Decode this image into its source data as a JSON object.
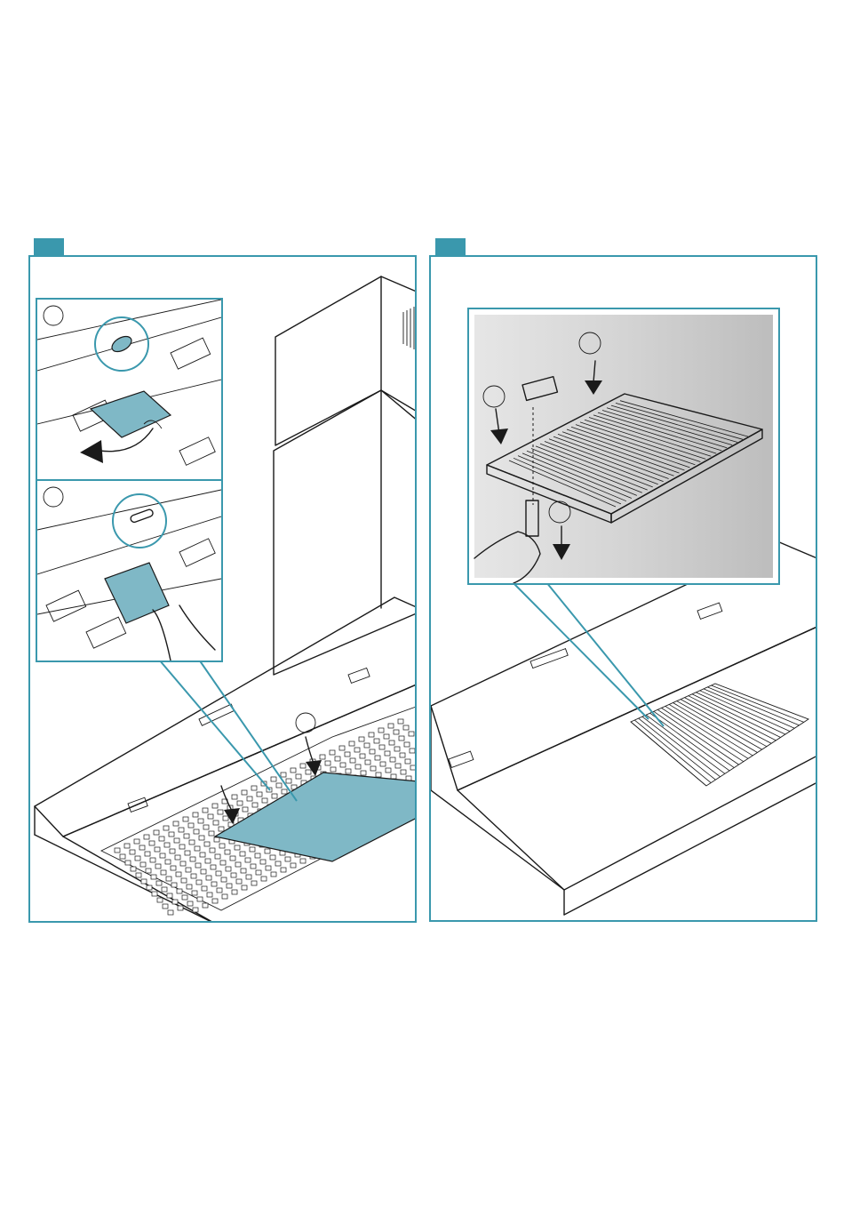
{
  "colors": {
    "accent": "#3a98ad",
    "filter_fill": "#7fb8c6",
    "line": "#1a1a1a"
  },
  "panels": [
    {
      "id": "step-1",
      "icon": "square-step-marker"
    },
    {
      "id": "step-2",
      "icon": "square-step-marker"
    }
  ]
}
